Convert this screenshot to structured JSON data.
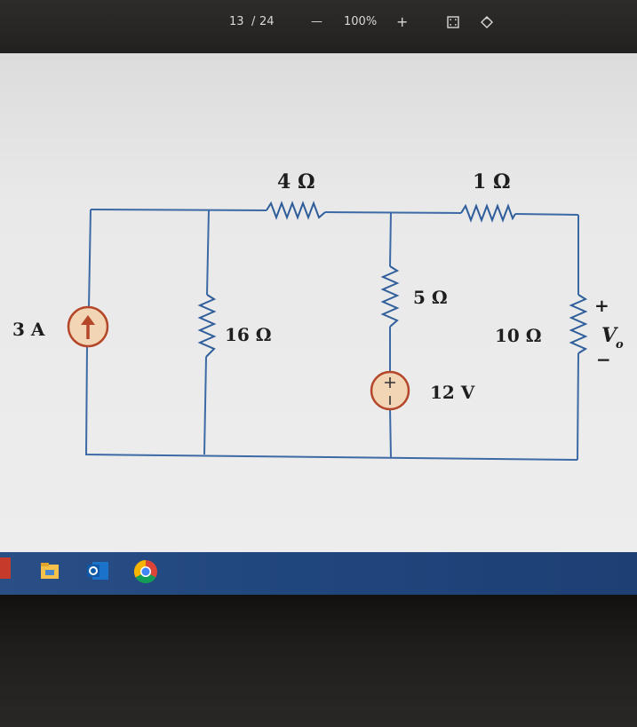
{
  "toolbar": {
    "page_current": "13",
    "page_separator": "/",
    "page_total": "24",
    "zoom_out": "—",
    "zoom_level": "100%",
    "zoom_in": "+",
    "fit_icon": "fit-page-icon",
    "rotate_icon": "rotate-icon"
  },
  "circuit": {
    "source_current": "3 A",
    "r_top_left": "4 Ω",
    "r_top_right": "1 Ω",
    "r_shunt": "16 Ω",
    "r_middle": "5 Ω",
    "v_source": "12 V",
    "r_load": "10 Ω",
    "v_out_plus": "+",
    "v_out_minus": "−",
    "v_out_label": "V",
    "v_out_sub": "o"
  },
  "taskbar": {
    "apps": [
      "file-explorer-icon",
      "outlook-icon",
      "chrome-icon"
    ]
  },
  "colors": {
    "wire": "#3b6aa6",
    "source_fill": "#f2d5b4",
    "source_stroke": "#b4472a",
    "taskbar": "#21477f"
  }
}
